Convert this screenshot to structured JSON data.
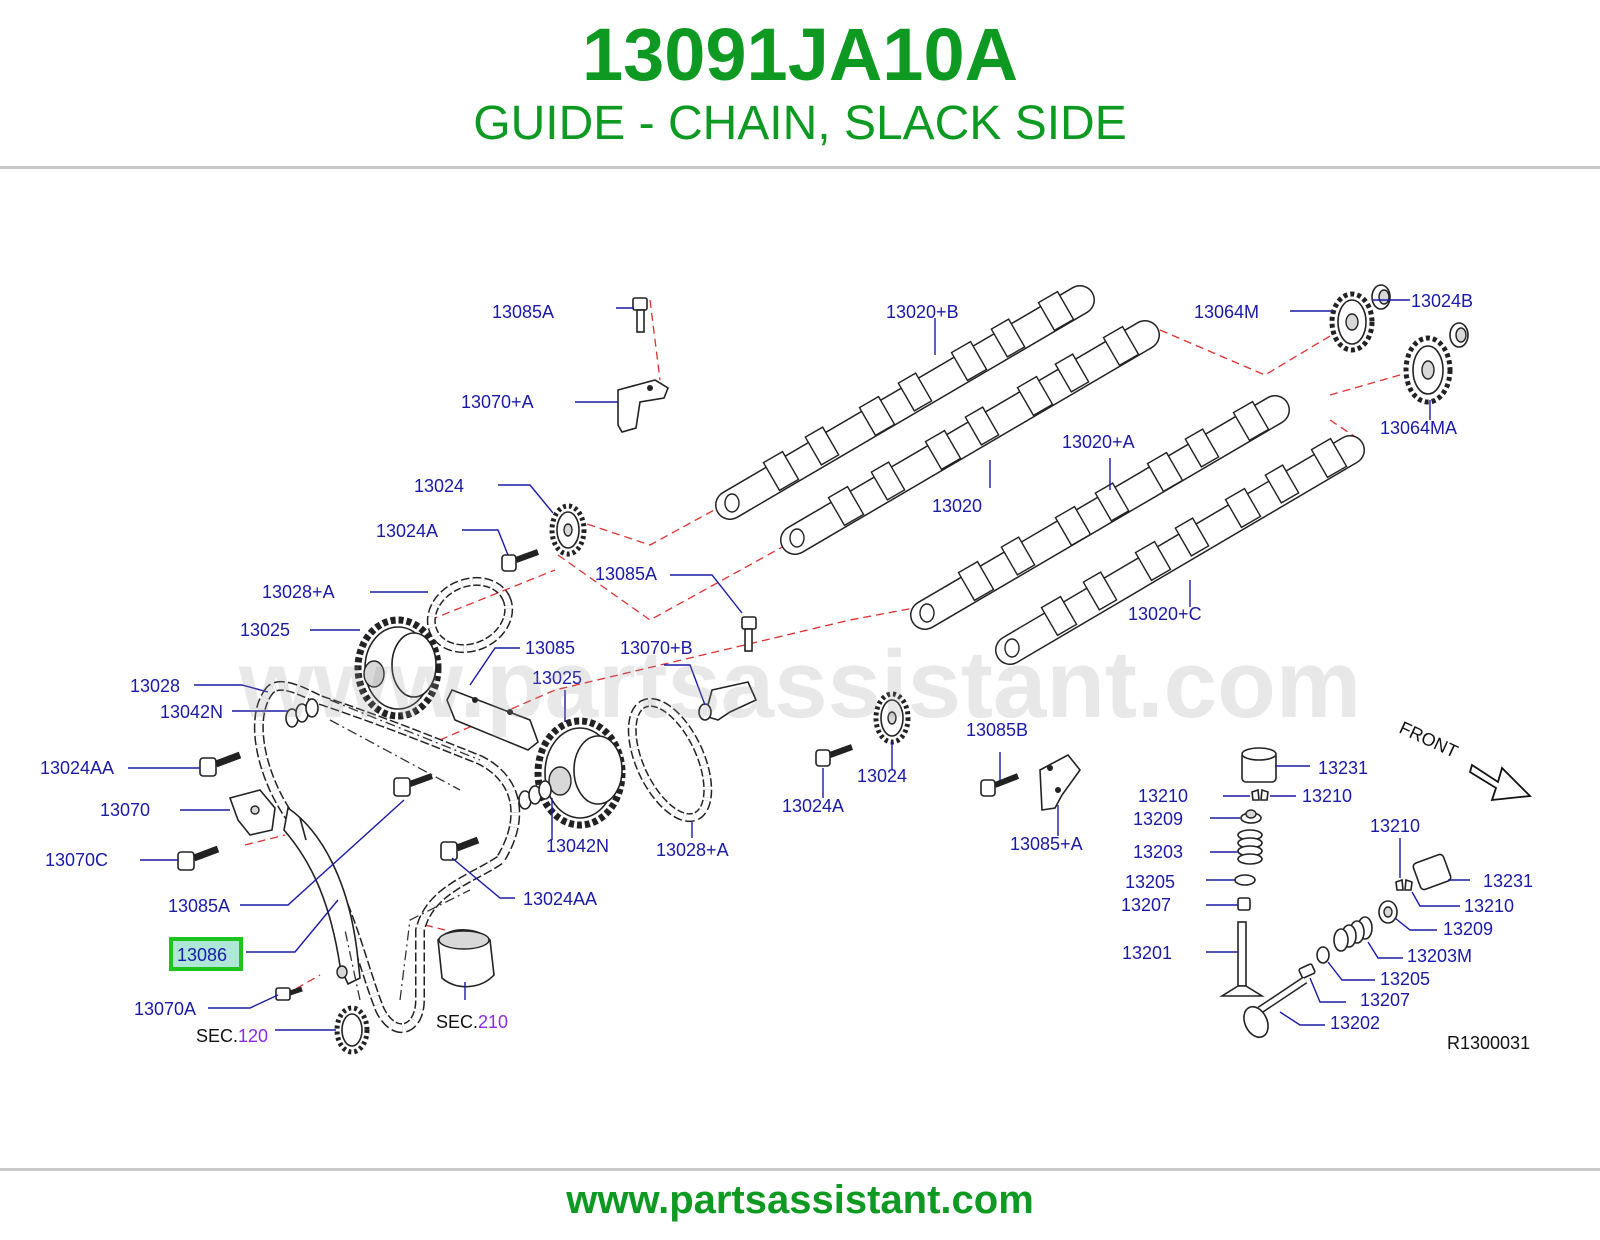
{
  "header": {
    "part_number": "13091JA10A",
    "part_name": "GUIDE - CHAIN, SLACK SIDE"
  },
  "watermark": "www.partsassistant.com",
  "footer": {
    "url": "www.partsassistant.com"
  },
  "highlight_color": "#1ec41e",
  "labels": {
    "l13085A_top": "13085A",
    "l13070pA": "13070+A",
    "l13020pB": "13020+B",
    "l13064M": "13064M",
    "l13024B": "13024B",
    "l13064MA": "13064MA",
    "l13024_a": "13024",
    "l13024A_a": "13024A",
    "l13020": "13020",
    "l13020pA": "13020+A",
    "l13085A_mid": "13085A",
    "l13028pA_a": "13028+A",
    "l13025_a": "13025",
    "l13085": "13085",
    "l13070pB": "13070+B",
    "l13025_b": "13025",
    "l13020pC": "13020+C",
    "l13028": "13028",
    "l13042N_a": "13042N",
    "l13024AA_a": "13024AA",
    "l13070": "13070",
    "l13070C": "13070C",
    "l13085A_low": "13085A",
    "l13086": "13086",
    "l13070A": "13070A",
    "sec120_prefix": "SEC.",
    "sec120_num": "120",
    "sec210_prefix": "SEC.",
    "sec210_num": "210",
    "l13042N_b": "13042N",
    "l13028pA_b": "13028+A",
    "l13024AA_b": "13024AA",
    "l13024A_b": "13024A",
    "l13024_b": "13024",
    "l13085B": "13085B",
    "l13085pA": "13085+A",
    "front": "FRONT",
    "l13231_a": "13231",
    "l13210_a": "13210",
    "l13210_b": "13210",
    "l13209_a": "13209",
    "l13203": "13203",
    "l13205_a": "13205",
    "l13207_a": "13207",
    "l13201": "13201",
    "l13210_c": "13210",
    "l13231_b": "13231",
    "l13210_d": "13210",
    "l13209_b": "13209",
    "l13203M": "13203M",
    "l13205_b": "13205",
    "l13207_b": "13207",
    "l13202": "13202",
    "ref": "R1300031"
  }
}
